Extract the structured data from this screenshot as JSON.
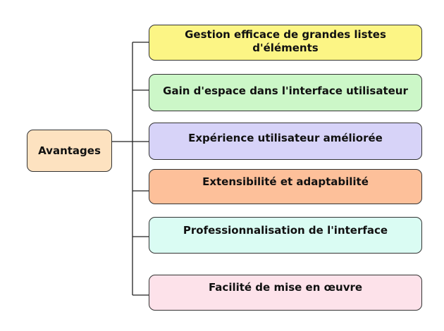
{
  "root": {
    "label": "Avantages",
    "color": "#fde2c0"
  },
  "branches": [
    {
      "label": "Gestion efficace de grandes listes d'éléments",
      "color": "#fcf585"
    },
    {
      "label": "Gain d'espace dans l'interface utilisateur",
      "color": "#ccf7c8"
    },
    {
      "label": "Expérience utilisateur améliorée",
      "color": "#d7d3f8"
    },
    {
      "label": "Extensibilité et adaptabilité",
      "color": "#fdc09a"
    },
    {
      "label": "Professionnalisation de l'interface",
      "color": "#dafcf3"
    },
    {
      "label": "Facilité de mise en œuvre",
      "color": "#fde2ea"
    }
  ]
}
